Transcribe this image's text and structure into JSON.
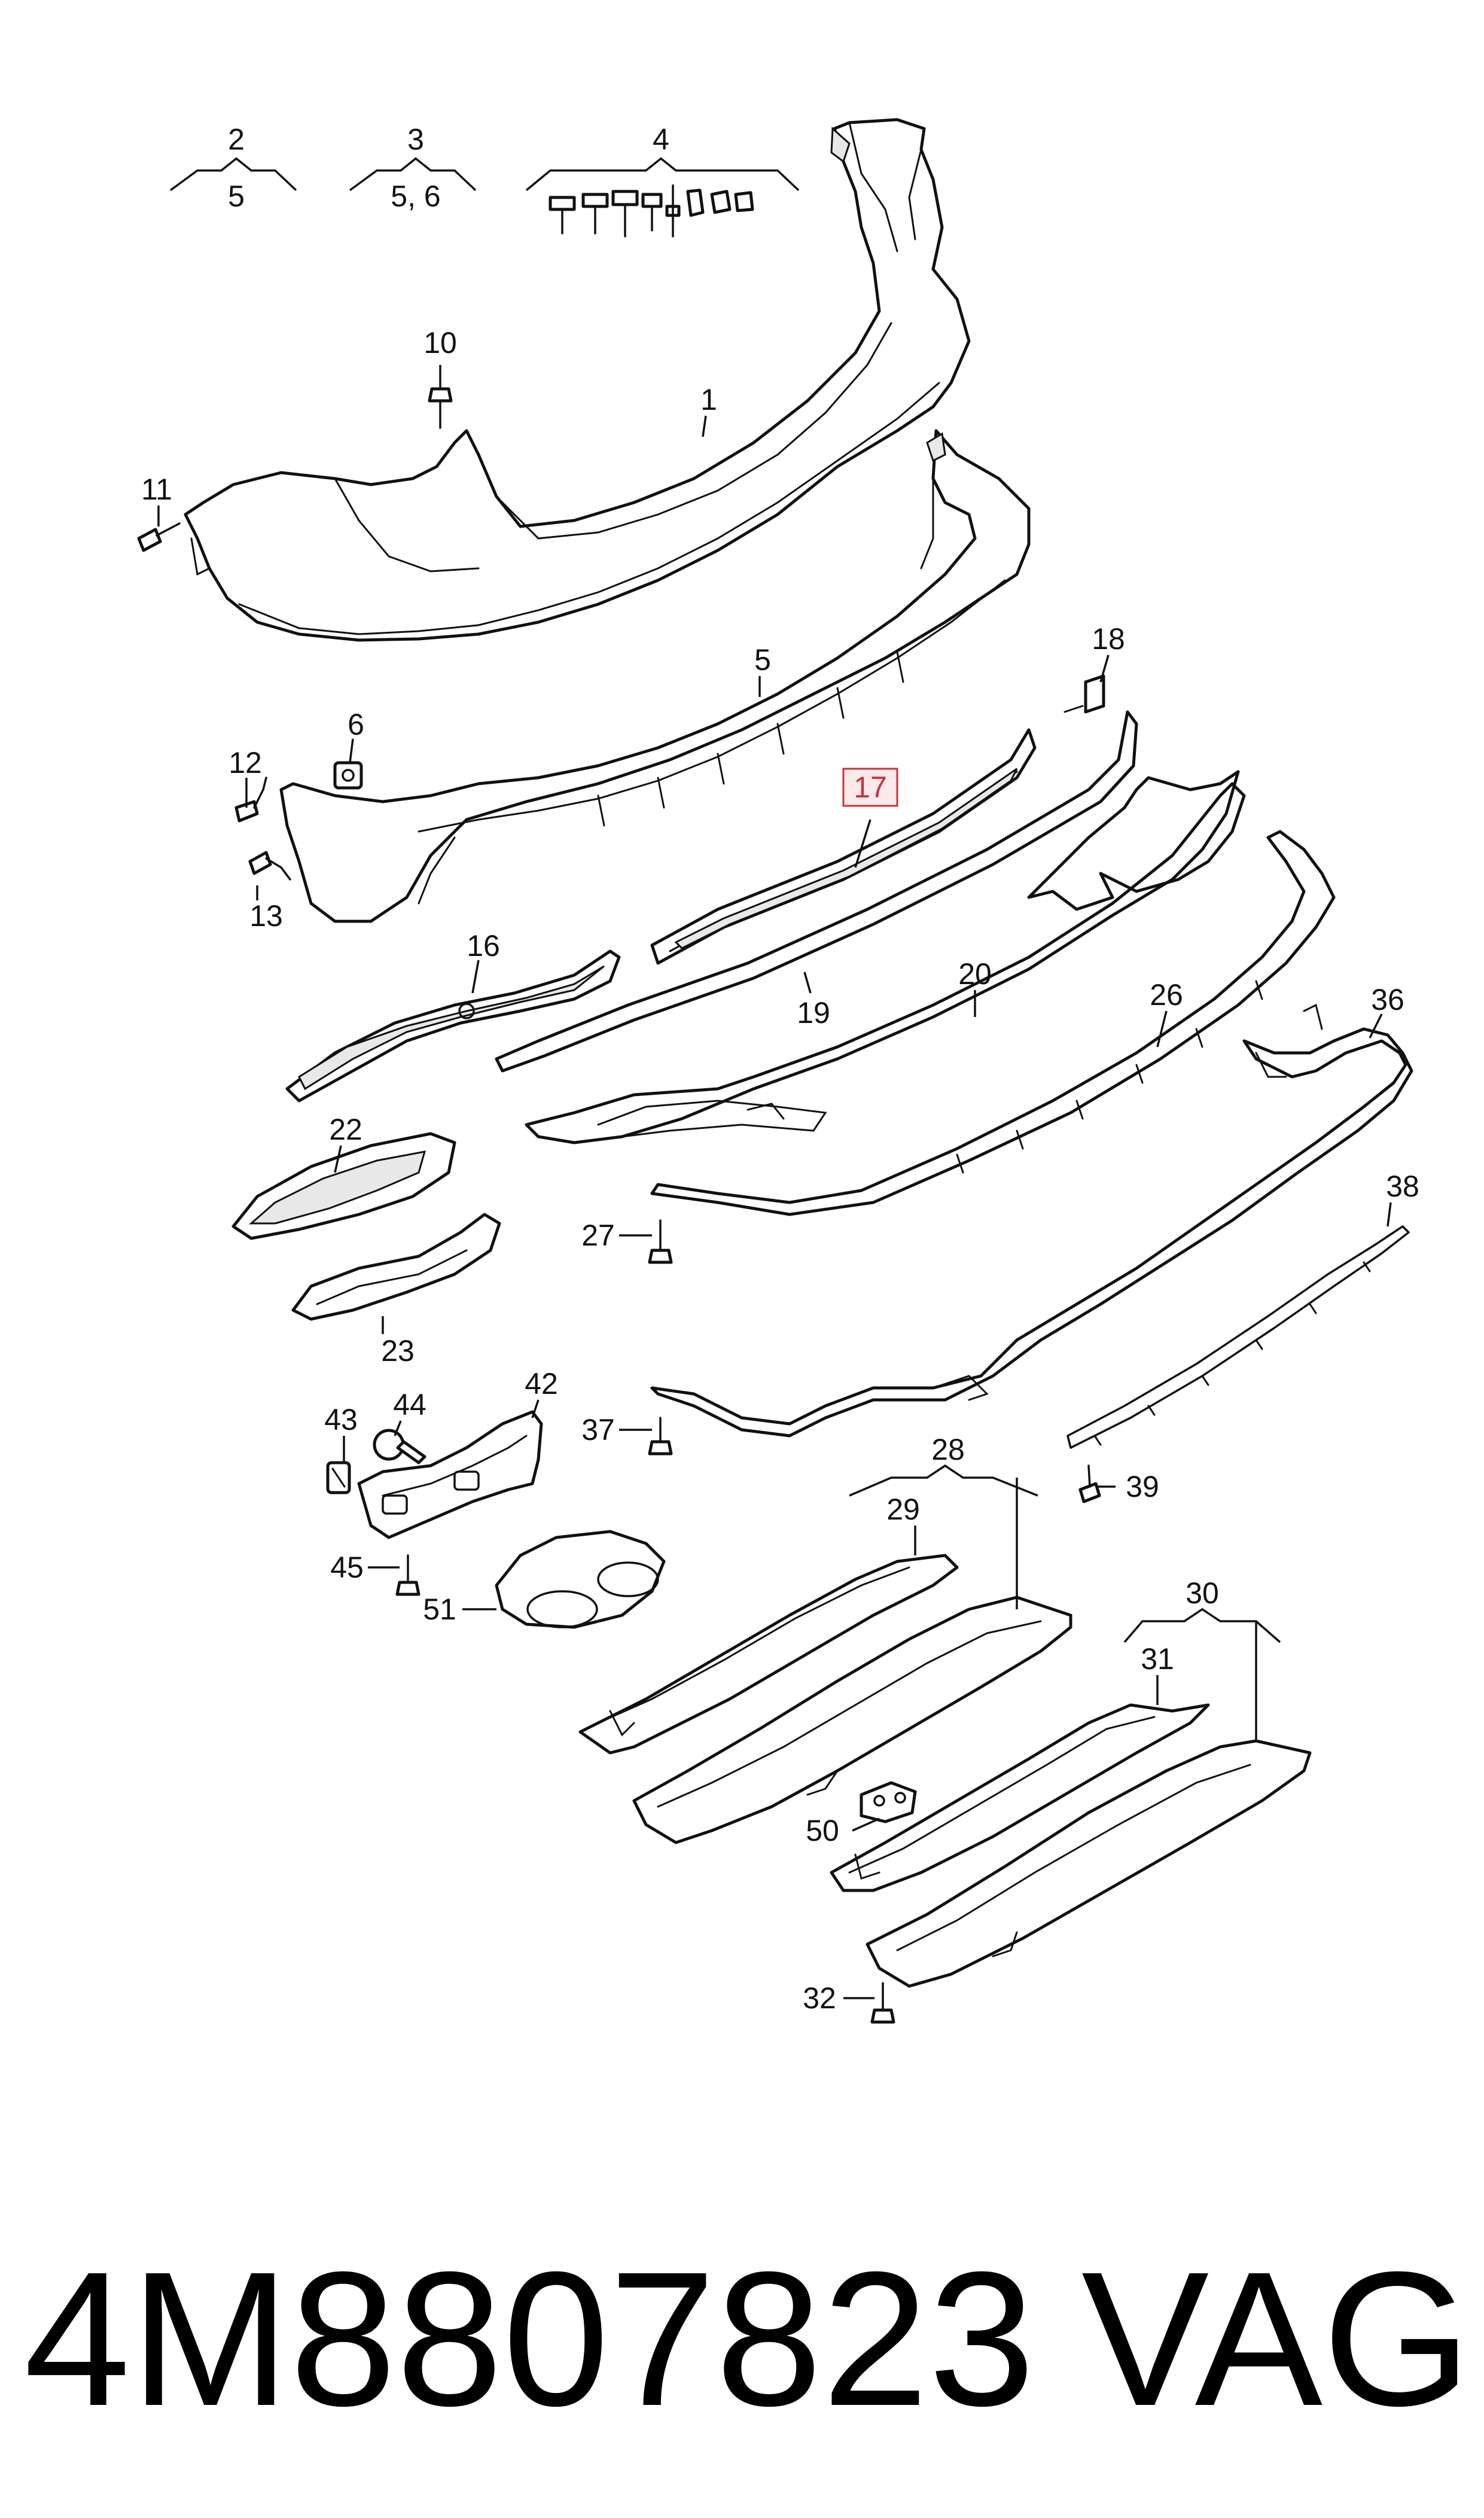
{
  "diagram": {
    "highlighted_callout": "17",
    "highlight_color": "#c4343c",
    "callouts": {
      "c1": "1",
      "c2": "2",
      "c2sub": "5",
      "c3": "3",
      "c3sub": "5, 6",
      "c4": "4",
      "c5": "5",
      "c6": "6",
      "c10": "10",
      "c11": "11",
      "c12": "12",
      "c13": "13",
      "c16": "16",
      "c17": "17",
      "c18": "18",
      "c19": "19",
      "c20": "20",
      "c22": "22",
      "c23": "23",
      "c26": "26",
      "c27": "27",
      "c28": "28",
      "c29": "29",
      "c30": "30",
      "c31": "31",
      "c32": "32",
      "c36": "36",
      "c37": "37",
      "c38": "38",
      "c39": "39",
      "c42": "42",
      "c43": "43",
      "c44": "44",
      "c45": "45",
      "c50": "50",
      "c51": "51"
    }
  },
  "footer": {
    "part_number": "4M8807823",
    "brand": "VAG"
  }
}
